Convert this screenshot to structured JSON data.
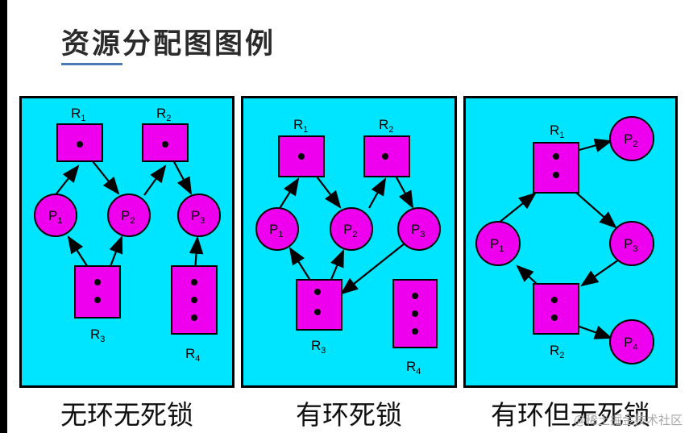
{
  "title": "资源分配图图例",
  "panels": [
    {
      "caption": "无环无死锁",
      "resources": [
        {
          "name": "R",
          "sub": "1"
        },
        {
          "name": "R",
          "sub": "2"
        },
        {
          "name": "R",
          "sub": "3"
        },
        {
          "name": "R",
          "sub": "4"
        }
      ],
      "processes": [
        {
          "name": "P",
          "sub": "1"
        },
        {
          "name": "P",
          "sub": "2"
        },
        {
          "name": "P",
          "sub": "3"
        }
      ]
    },
    {
      "caption": "有环死锁",
      "resources": [
        {
          "name": "R",
          "sub": "1"
        },
        {
          "name": "R",
          "sub": "2"
        },
        {
          "name": "R",
          "sub": "3"
        },
        {
          "name": "R",
          "sub": "4"
        }
      ],
      "processes": [
        {
          "name": "P",
          "sub": "1"
        },
        {
          "name": "P",
          "sub": "2"
        },
        {
          "name": "P",
          "sub": "3"
        }
      ]
    },
    {
      "caption": "有环但无死锁",
      "resources": [
        {
          "name": "R",
          "sub": "1"
        },
        {
          "name": "R",
          "sub": "2"
        }
      ],
      "processes": [
        {
          "name": "P",
          "sub": "1"
        },
        {
          "name": "P",
          "sub": "2"
        },
        {
          "name": "P",
          "sub": "3"
        },
        {
          "name": "P",
          "sub": "4"
        }
      ]
    }
  ],
  "watermark": "@稀土掘金技术社区",
  "colors": {
    "panel_bg": "#00e5ff",
    "node_fill": "#ee00ee",
    "title_underline": "#4a7ab5"
  }
}
